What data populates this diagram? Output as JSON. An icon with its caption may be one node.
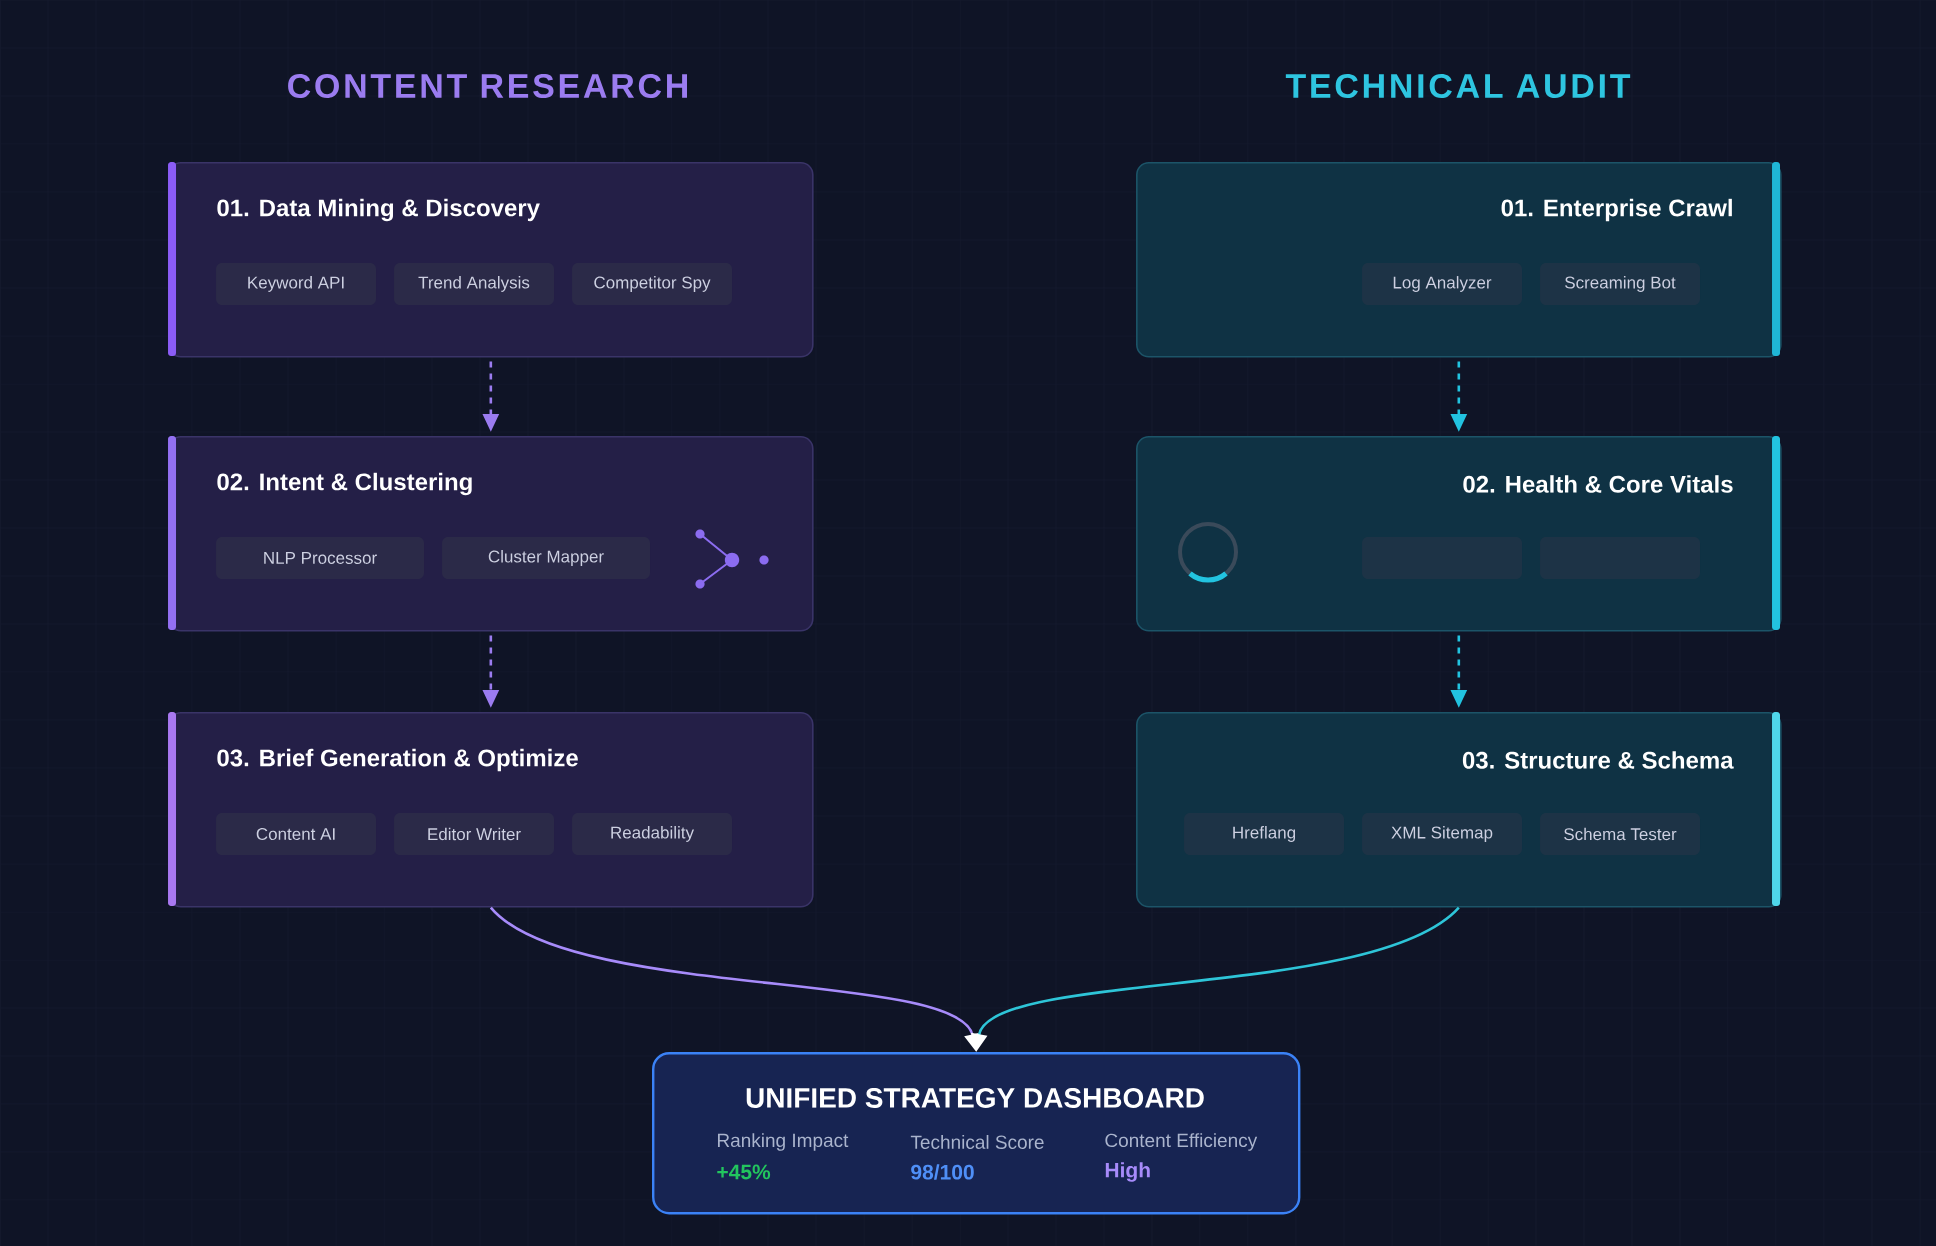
{
  "diagram": {
    "nodes": [
      {
        "text": [
          "01. Data Mining & Discovery"
        ]
      },
      {
        "text": [
          "Keyword API"
        ],
        "in": 0
      },
      {
        "text": [
          "Trend Analysis"
        ],
        "in": 0
      },
      {
        "text": [
          "Competitor Spy"
        ],
        "in": 0
      },
      {
        "text": [
          "02. Intent & Clustering"
        ]
      },
      {
        "text": [
          "NLP Processor"
        ],
        "in": 4
      },
      {
        "text": [
          "Cluster Mapper"
        ],
        "in": 4
      },
      {
        "text": [
          "03. Brief Generation & Optimize"
        ]
      },
      {
        "text": [
          "Content AI"
        ],
        "in": 7
      },
      {
        "text": [
          "Editor Writer"
        ],
        "in": 7
      },
      {
        "text": [
          "Readability"
        ],
        "in": 7
      },
      {
        "text": [
          "01. Enterprise Crawl"
        ]
      },
      {
        "text": [
          "Log Analyzer"
        ],
        "in": 11
      },
      {
        "text": [
          "Screaming Bot"
        ],
        "in": 11
      },
      {
        "text": [
          "02. Health & Core Vitals"
        ]
      },
      {
        "text": [],
        "shape": "box",
        "in": 14
      },
      {
        "text": [],
        "shape": "box",
        "in": 14
      },
      {
        "text": [
          "03. Structure & Schema"
        ]
      },
      {
        "text": [
          "Hreflang"
        ],
        "in": 17
      },
      {
        "text": [
          "XML Sitemap"
        ],
        "in": 17
      },
      {
        "text": [
          "Schema Tester"
        ],
        "in": 17
      },
      {
        "text": [
          "UNIFIED STRATEGY DASHBOARD",
          "Ranking Impact",
          "+45%",
          "Technical Score",
          "98/100",
          "Content Efficiency",
          "High"
        ]
      }
    ],
    "edges": [
      {
        "from": 0,
        "to": 4,
        "arrow": "to",
        "style": "dashed",
        "color": "#9b7cf0"
      },
      {
        "from": 4,
        "to": 7,
        "arrow": "to",
        "style": "dashed",
        "color": "#9b7cf0"
      },
      {
        "from": 11,
        "to": 14,
        "arrow": "to",
        "style": "dashed",
        "color": "#22c3e0"
      },
      {
        "from": 14,
        "to": 17,
        "arrow": "to",
        "style": "dashed",
        "color": "#22c3e0"
      },
      {
        "from": 7,
        "to": 21,
        "arrow": "to",
        "color": "#a78bfa"
      },
      {
        "from": 17,
        "to": 21,
        "arrow": "to",
        "color": "#2ec5d8"
      }
    ],
    "labels": [
      "CONTENT RESEARCH",
      "TECHNICAL AUDIT"
    ]
  }
}
